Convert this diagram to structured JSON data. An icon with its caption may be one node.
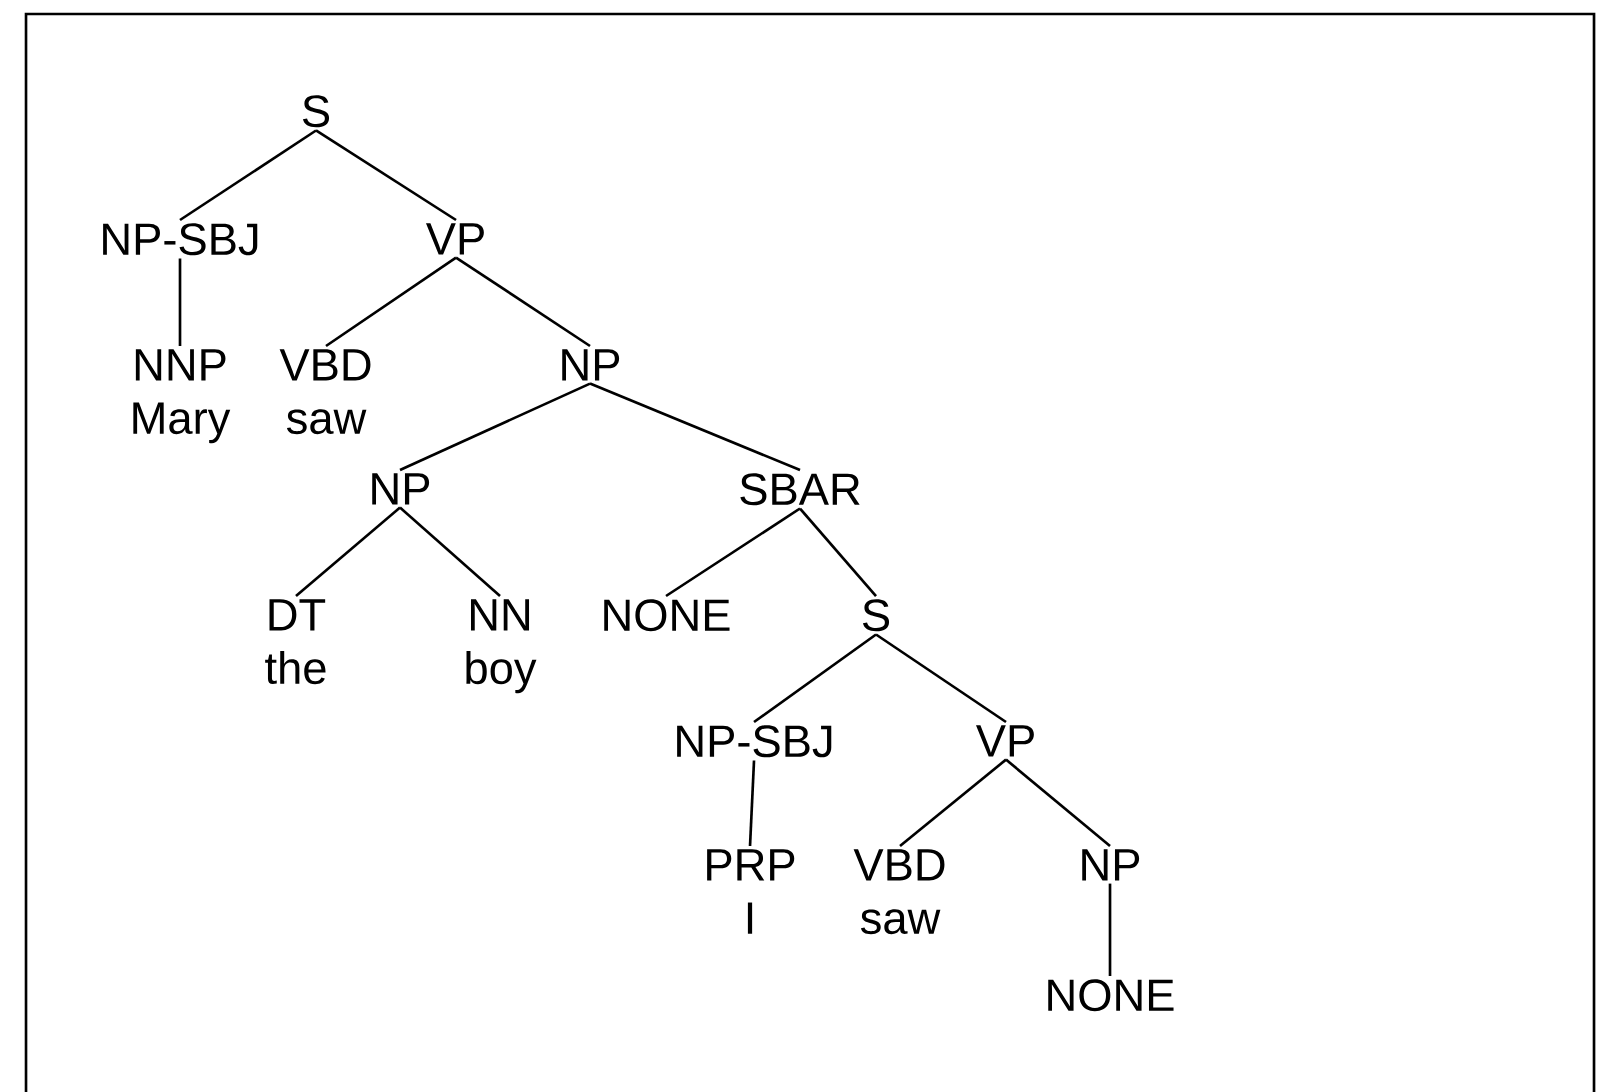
{
  "diagram": {
    "nodes": [
      {
        "text": [
          "S"
        ]
      },
      {
        "text": [
          "NP-SBJ"
        ]
      },
      {
        "text": [
          "VP"
        ]
      },
      {
        "text": [
          "NNP",
          "Mary"
        ]
      },
      {
        "text": [
          "VBD",
          "saw"
        ]
      },
      {
        "text": [
          "NP"
        ]
      },
      {
        "text": [
          "NP"
        ]
      },
      {
        "text": [
          "SBAR"
        ]
      },
      {
        "text": [
          "DT",
          "the"
        ]
      },
      {
        "text": [
          "NN",
          "boy"
        ]
      },
      {
        "text": [
          "NONE"
        ]
      },
      {
        "text": [
          "S"
        ]
      },
      {
        "text": [
          "NP-SBJ"
        ]
      },
      {
        "text": [
          "VP"
        ]
      },
      {
        "text": [
          "PRP",
          "I"
        ]
      },
      {
        "text": [
          "VBD",
          "saw"
        ]
      },
      {
        "text": [
          "NP"
        ]
      },
      {
        "text": [
          "NONE"
        ]
      }
    ],
    "edges": [
      {
        "from": 0,
        "to": 1,
        "arrow": "none"
      },
      {
        "from": 0,
        "to": 2,
        "arrow": "none"
      },
      {
        "from": 1,
        "to": 3,
        "arrow": "none"
      },
      {
        "from": 2,
        "to": 4,
        "arrow": "none"
      },
      {
        "from": 2,
        "to": 5,
        "arrow": "none"
      },
      {
        "from": 5,
        "to": 6,
        "arrow": "none"
      },
      {
        "from": 5,
        "to": 7,
        "arrow": "none"
      },
      {
        "from": 6,
        "to": 8,
        "arrow": "none"
      },
      {
        "from": 6,
        "to": 9,
        "arrow": "none"
      },
      {
        "from": 7,
        "to": 10,
        "arrow": "none"
      },
      {
        "from": 7,
        "to": 11,
        "arrow": "none"
      },
      {
        "from": 11,
        "to": 12,
        "arrow": "none"
      },
      {
        "from": 11,
        "to": 13,
        "arrow": "none"
      },
      {
        "from": 12,
        "to": 14,
        "arrow": "none"
      },
      {
        "from": 13,
        "to": 15,
        "arrow": "none"
      },
      {
        "from": 13,
        "to": 16,
        "arrow": "none"
      },
      {
        "from": 16,
        "to": 17,
        "arrow": "none"
      }
    ]
  }
}
